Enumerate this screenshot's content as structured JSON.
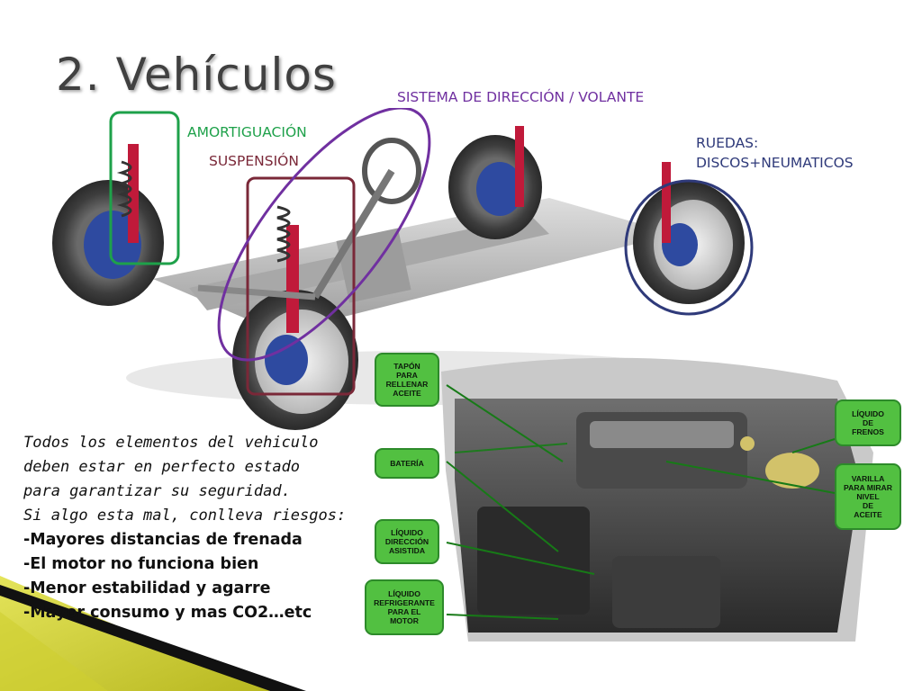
{
  "slide": {
    "title": "2. Vehículos"
  },
  "labels": {
    "direccion": "SISTEMA DE DIRECCIÓN / VOLANTE",
    "amortiguacion": "AMORTIGUACIÓN",
    "suspension": "SUSPENSIÓN",
    "ruedas_line1": "RUEDAS:",
    "ruedas_line2": "DISCOS+NEUMATICOS"
  },
  "engine_tags": {
    "tapon": [
      "TAPÓN",
      "PARA",
      "RELLENAR",
      "ACEITE"
    ],
    "bateria": [
      "BATERÍA"
    ],
    "direccion_asistida": [
      "LÍQUIDO",
      "DIRECCIÓN",
      "ASISTIDA"
    ],
    "refrigerante": [
      "LÍQUIDO",
      "REFRIGERANTE",
      "PARA EL",
      "MOTOR"
    ],
    "frenos": [
      "LÍQUIDO",
      "DE",
      "FRENOS"
    ],
    "varilla": [
      "VARILLA",
      "PARA MIRAR",
      "NIVEL",
      "DE",
      "ACEITE"
    ]
  },
  "note": {
    "line1": "Todos los elementos del vehiculo",
    "line2": "deben estar en perfecto estado",
    "line3": "para garantizar su seguridad.",
    "line4": "Si algo esta mal, conlleva riesgos:",
    "risks": [
      "-Mayores distancias de frenada",
      "-El motor no funciona bien",
      "-Menor estabilidad y agarre",
      "-Mayor consumo y mas CO2…etc"
    ]
  },
  "colors": {
    "title": "#404040",
    "direccion": "#7030a0",
    "amortiguacion": "#1ea14a",
    "suspension": "#7a2838",
    "ruedas": "#2f3a7a",
    "tag_fill": "#52c041",
    "corner_yellow": "#d7d73a"
  }
}
